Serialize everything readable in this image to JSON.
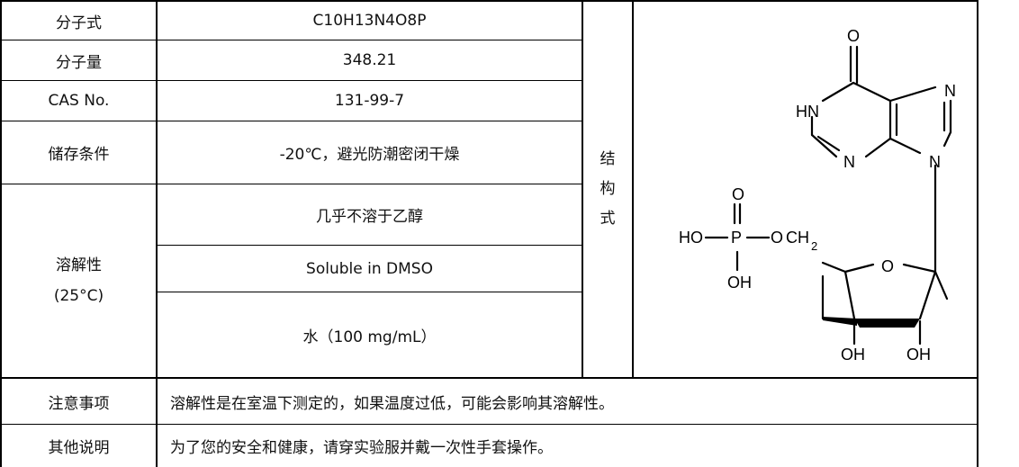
{
  "rows": {
    "formula": {
      "label": "分子式",
      "value": "C10H13N4O8P"
    },
    "mw": {
      "label": "分子量",
      "value": "348.21"
    },
    "cas": {
      "label": "CAS No.",
      "value": "131-99-7"
    },
    "storage": {
      "label": "储存条件",
      "value": "-20℃，避光防潮密闭干燥"
    },
    "solubility": {
      "label_line1": "溶解性",
      "label_line2": "(25°C)",
      "ethanol": "几乎不溶于乙醇",
      "dmso": "Soluble in DMSO",
      "water": "水（100 mg/mL）"
    },
    "notes": {
      "label": "注意事项",
      "value": "溶解性是在室温下测定的，如果温度过低，可能会影响其溶解性。"
    },
    "other": {
      "label": "其他说明",
      "value": "为了您的安全和健康，请穿实验服并戴一次性手套操作。"
    }
  },
  "structure": {
    "label_chars": [
      "结",
      "构",
      "式"
    ],
    "atoms": {
      "o_top": "O",
      "hn": "HN",
      "n_right": "N",
      "n_bottom1": "N",
      "n_bottom2": "N",
      "o_phos": "O",
      "ho": "HO",
      "p": "P",
      "o_link": "O",
      "ch": "CH",
      "sub2": "2",
      "o_ring": "O",
      "oh_p": "OH",
      "oh1": "OH",
      "oh2": "OH"
    }
  }
}
